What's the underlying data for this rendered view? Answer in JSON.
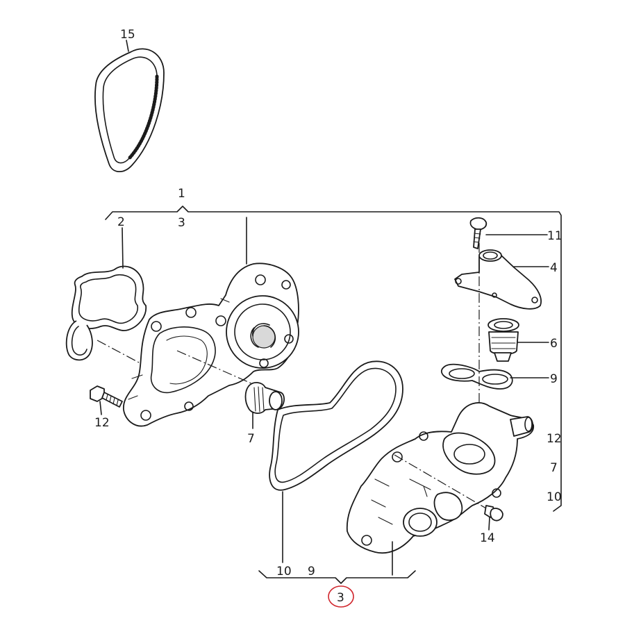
{
  "callouts": {
    "belt": "15",
    "assembly": "1",
    "assembly_sub": "3",
    "gasket_left": "2",
    "bolt_left": "12",
    "pipe_left": "7",
    "bolt_top": "11",
    "thermostat_cover": "4",
    "thermostat": "6",
    "seal_right": "9",
    "list_12": "12",
    "list_7": "7",
    "list_10": "10",
    "bolt_right": "14",
    "bottom_10": "10",
    "bottom_9": "9",
    "highlighted": "3"
  },
  "colors": {
    "line": "#1a1a1a",
    "highlight_circle": "#d0262d",
    "background": "#ffffff"
  }
}
